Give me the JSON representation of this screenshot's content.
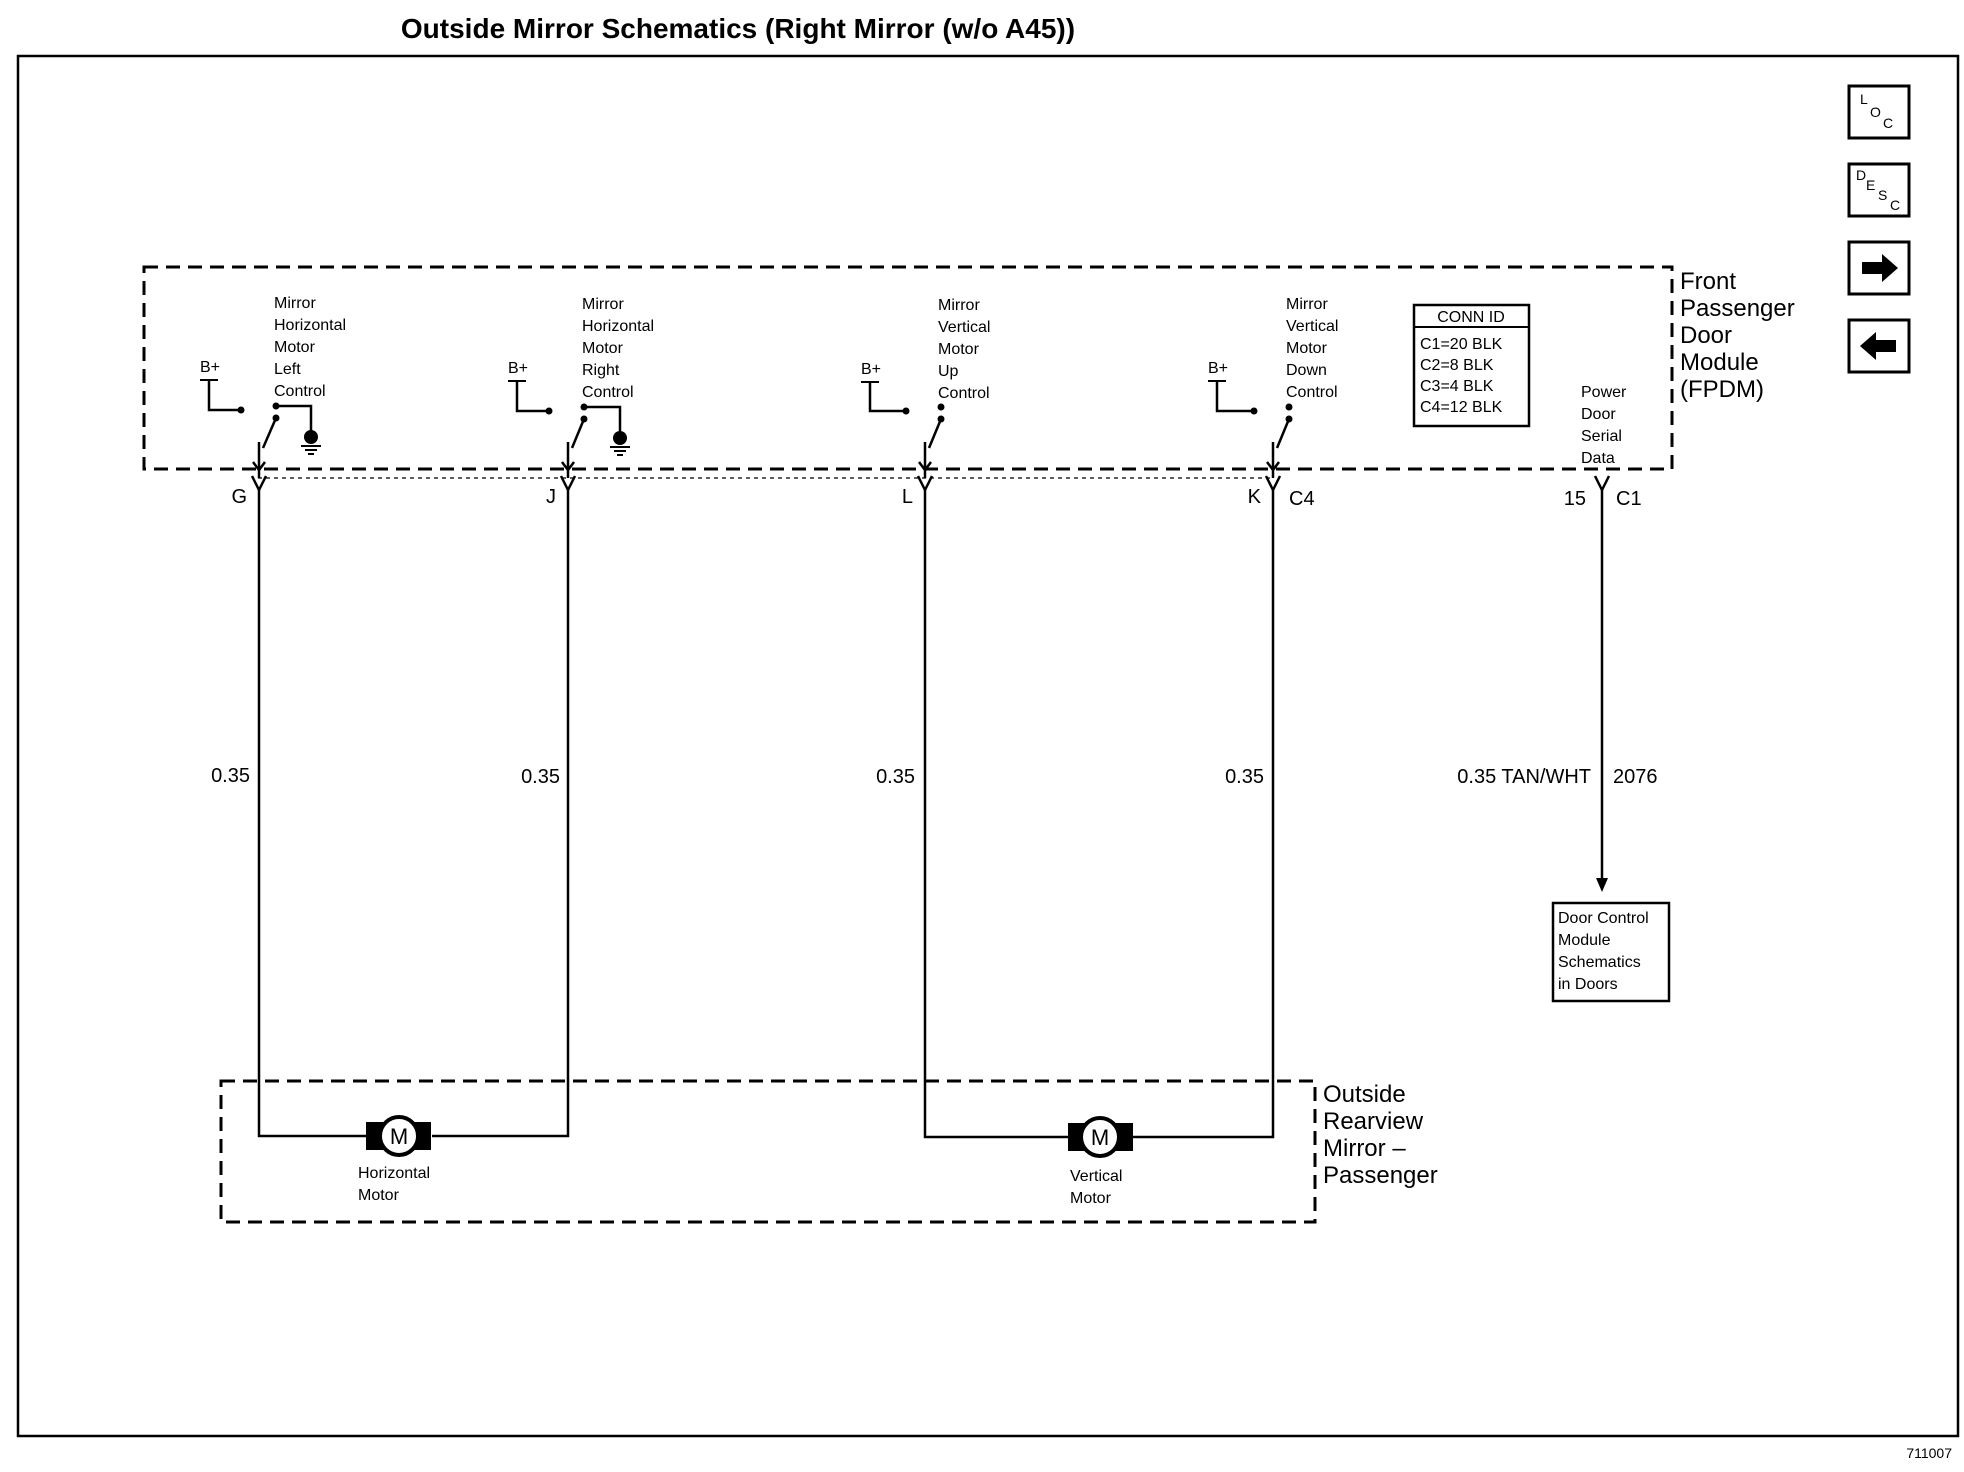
{
  "title": "Outside Mirror Schematics (Right Mirror (w/o A45))",
  "doc_number": "711007",
  "nav": {
    "loc": {
      "l1": "L",
      "l2": "O",
      "l3": "C",
      "icon": "loc-icon"
    },
    "desc": {
      "l1": "D",
      "l2": "E",
      "l3": "S",
      "l4": "C",
      "icon": "desc-icon"
    },
    "next": {
      "icon": "arrow-right-icon"
    },
    "prev": {
      "icon": "arrow-left-icon"
    }
  },
  "module": {
    "name_lines": [
      "Front",
      "Passenger",
      "Door",
      "Module",
      "(FPDM)"
    ]
  },
  "conn_id": {
    "header": "CONN ID",
    "rows": [
      "C1=20 BLK",
      "C2=8 BLK",
      "C3=4 BLK",
      "C4=12 BLK"
    ]
  },
  "switches": [
    {
      "lines": [
        "Mirror",
        "Horizontal",
        "Motor",
        "Left",
        "Control"
      ],
      "bplus": "B+",
      "pin": "G",
      "wire": "0.35"
    },
    {
      "lines": [
        "Mirror",
        "Horizontal",
        "Motor",
        "Right",
        "Control"
      ],
      "bplus": "B+",
      "pin": "J",
      "wire": "0.35"
    },
    {
      "lines": [
        "Mirror",
        "Vertical",
        "Motor",
        "Up",
        "Control"
      ],
      "bplus": "B+",
      "pin": "L",
      "wire": "0.35"
    },
    {
      "lines": [
        "Mirror",
        "Vertical",
        "Motor",
        "Down",
        "Control"
      ],
      "bplus": "B+",
      "pin": "K",
      "wire": "0.35",
      "connector": "C4"
    }
  ],
  "serial": {
    "lines": [
      "Power",
      "Door",
      "Serial",
      "Data"
    ],
    "pin": "15",
    "connector": "C1",
    "wire": "0.35 TAN/WHT",
    "circuit": "2076"
  },
  "dcm_box": {
    "lines": [
      "Door Control",
      "Module",
      "Schematics",
      "in Doors"
    ]
  },
  "mirror": {
    "name_lines": [
      "Outside",
      "Rearview",
      "Mirror –",
      "Passenger"
    ],
    "motors": [
      {
        "symbol": "M",
        "lines": [
          "Horizontal",
          "Motor"
        ]
      },
      {
        "symbol": "M",
        "lines": [
          "Vertical",
          "Motor"
        ]
      }
    ]
  }
}
